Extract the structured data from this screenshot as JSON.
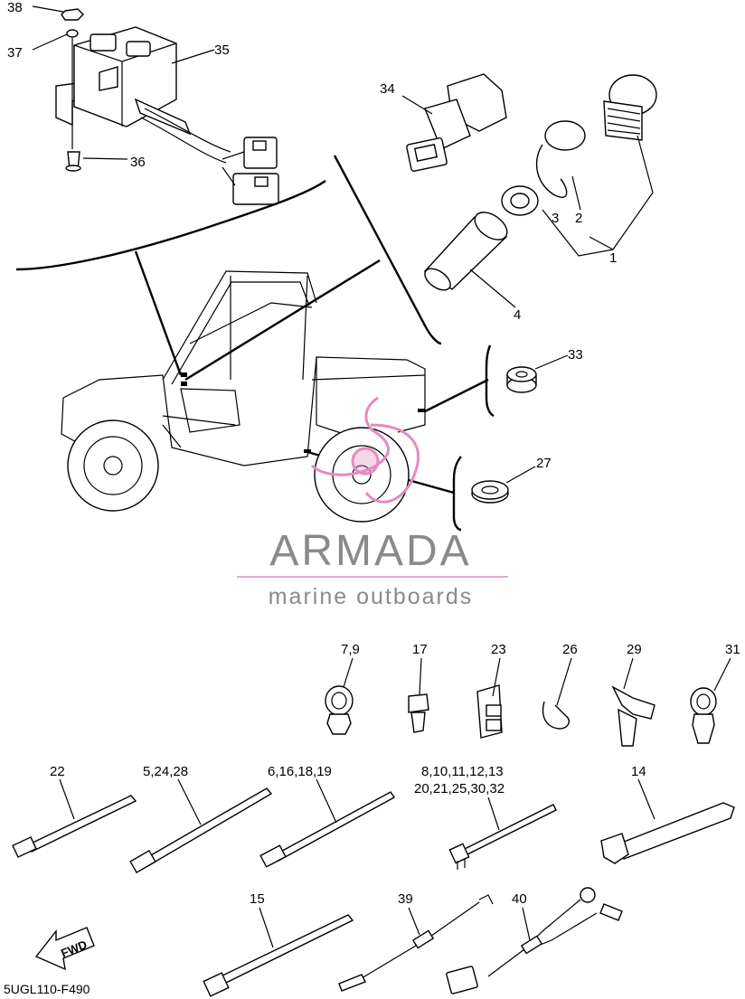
{
  "callouts": {
    "p38": "38",
    "p37": "37",
    "p35": "35",
    "p36": "36",
    "p34": "34",
    "p2": "2",
    "p3": "3",
    "p1": "1",
    "p4": "4",
    "p33": "33",
    "p27": "27",
    "p7_9": "7,9",
    "p17": "17",
    "p23": "23",
    "p26": "26",
    "p29": "29",
    "p31": "31",
    "p22": "22",
    "p5_24_28": "5,24,28",
    "p6_16_18_19": "6,16,18,19",
    "p8_13": "8,10,11,12,13",
    "p20_32": "20,21,25,30,32",
    "p14": "14",
    "p15": "15",
    "p39": "39",
    "p40": "40"
  },
  "fwd_label": "FWD",
  "diagram_code": "5UGL110-F490",
  "watermark": {
    "brand": "ARMADA",
    "tagline": "marine outboards",
    "rule_color": "#e6a9cf",
    "logo_color": "#e58ac0",
    "text_color": "#8a8a8a"
  }
}
